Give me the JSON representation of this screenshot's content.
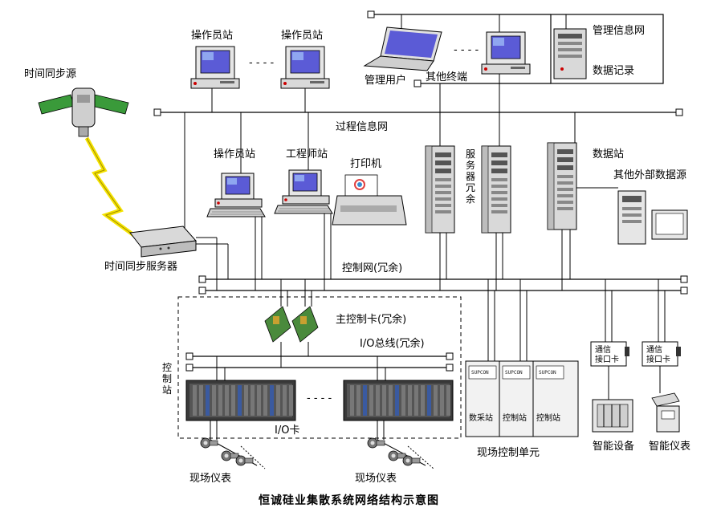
{
  "labels": {
    "op_station_1": "操作员站",
    "op_station_2": "操作员站",
    "op_station_3": "操作员站",
    "eng_station": "工程师站",
    "printer": "打印机",
    "time_source": "时间同步源",
    "time_server": "时间同步服务器",
    "mgmt_user": "管理用户",
    "other_terminal": "其他终端",
    "mgmt_info_net": "管理信息网",
    "data_record": "数据记录",
    "process_info_net": "过程信息网",
    "server_redundant": "服务器冗余",
    "data_station": "数据站",
    "other_ext_data": "其他外部数据源",
    "control_net": "控制网(冗余)",
    "main_ctrl_card": "主控制卡(冗余)",
    "io_bus": "I/O总线(冗余)",
    "control_station": "控制站",
    "io_card": "I/O卡",
    "field_instr_1": "现场仪表",
    "field_instr_2": "现场仪表",
    "field_ctrl_unit": "现场控制单元",
    "comm_card_1": "通信接口卡",
    "comm_card_2": "通信接口卡",
    "smart_device": "智能设备",
    "smart_instr": "智能仪表",
    "unit_brand": "SUPCON",
    "unit_1": "数采站",
    "unit_2": "控制站",
    "unit_3": "控制站",
    "dots": "- - - -",
    "title": "恒诚硅业集散系统网络结构示意图"
  },
  "colors": {
    "screen": "#5b5bd6",
    "screen_light": "#8fa6f0",
    "case": "#d9d9d9",
    "case_dark": "#8c8c8c",
    "card_green": "#4a8a3c",
    "lightning": "#f4e300",
    "panel": "#f2f2f2"
  }
}
